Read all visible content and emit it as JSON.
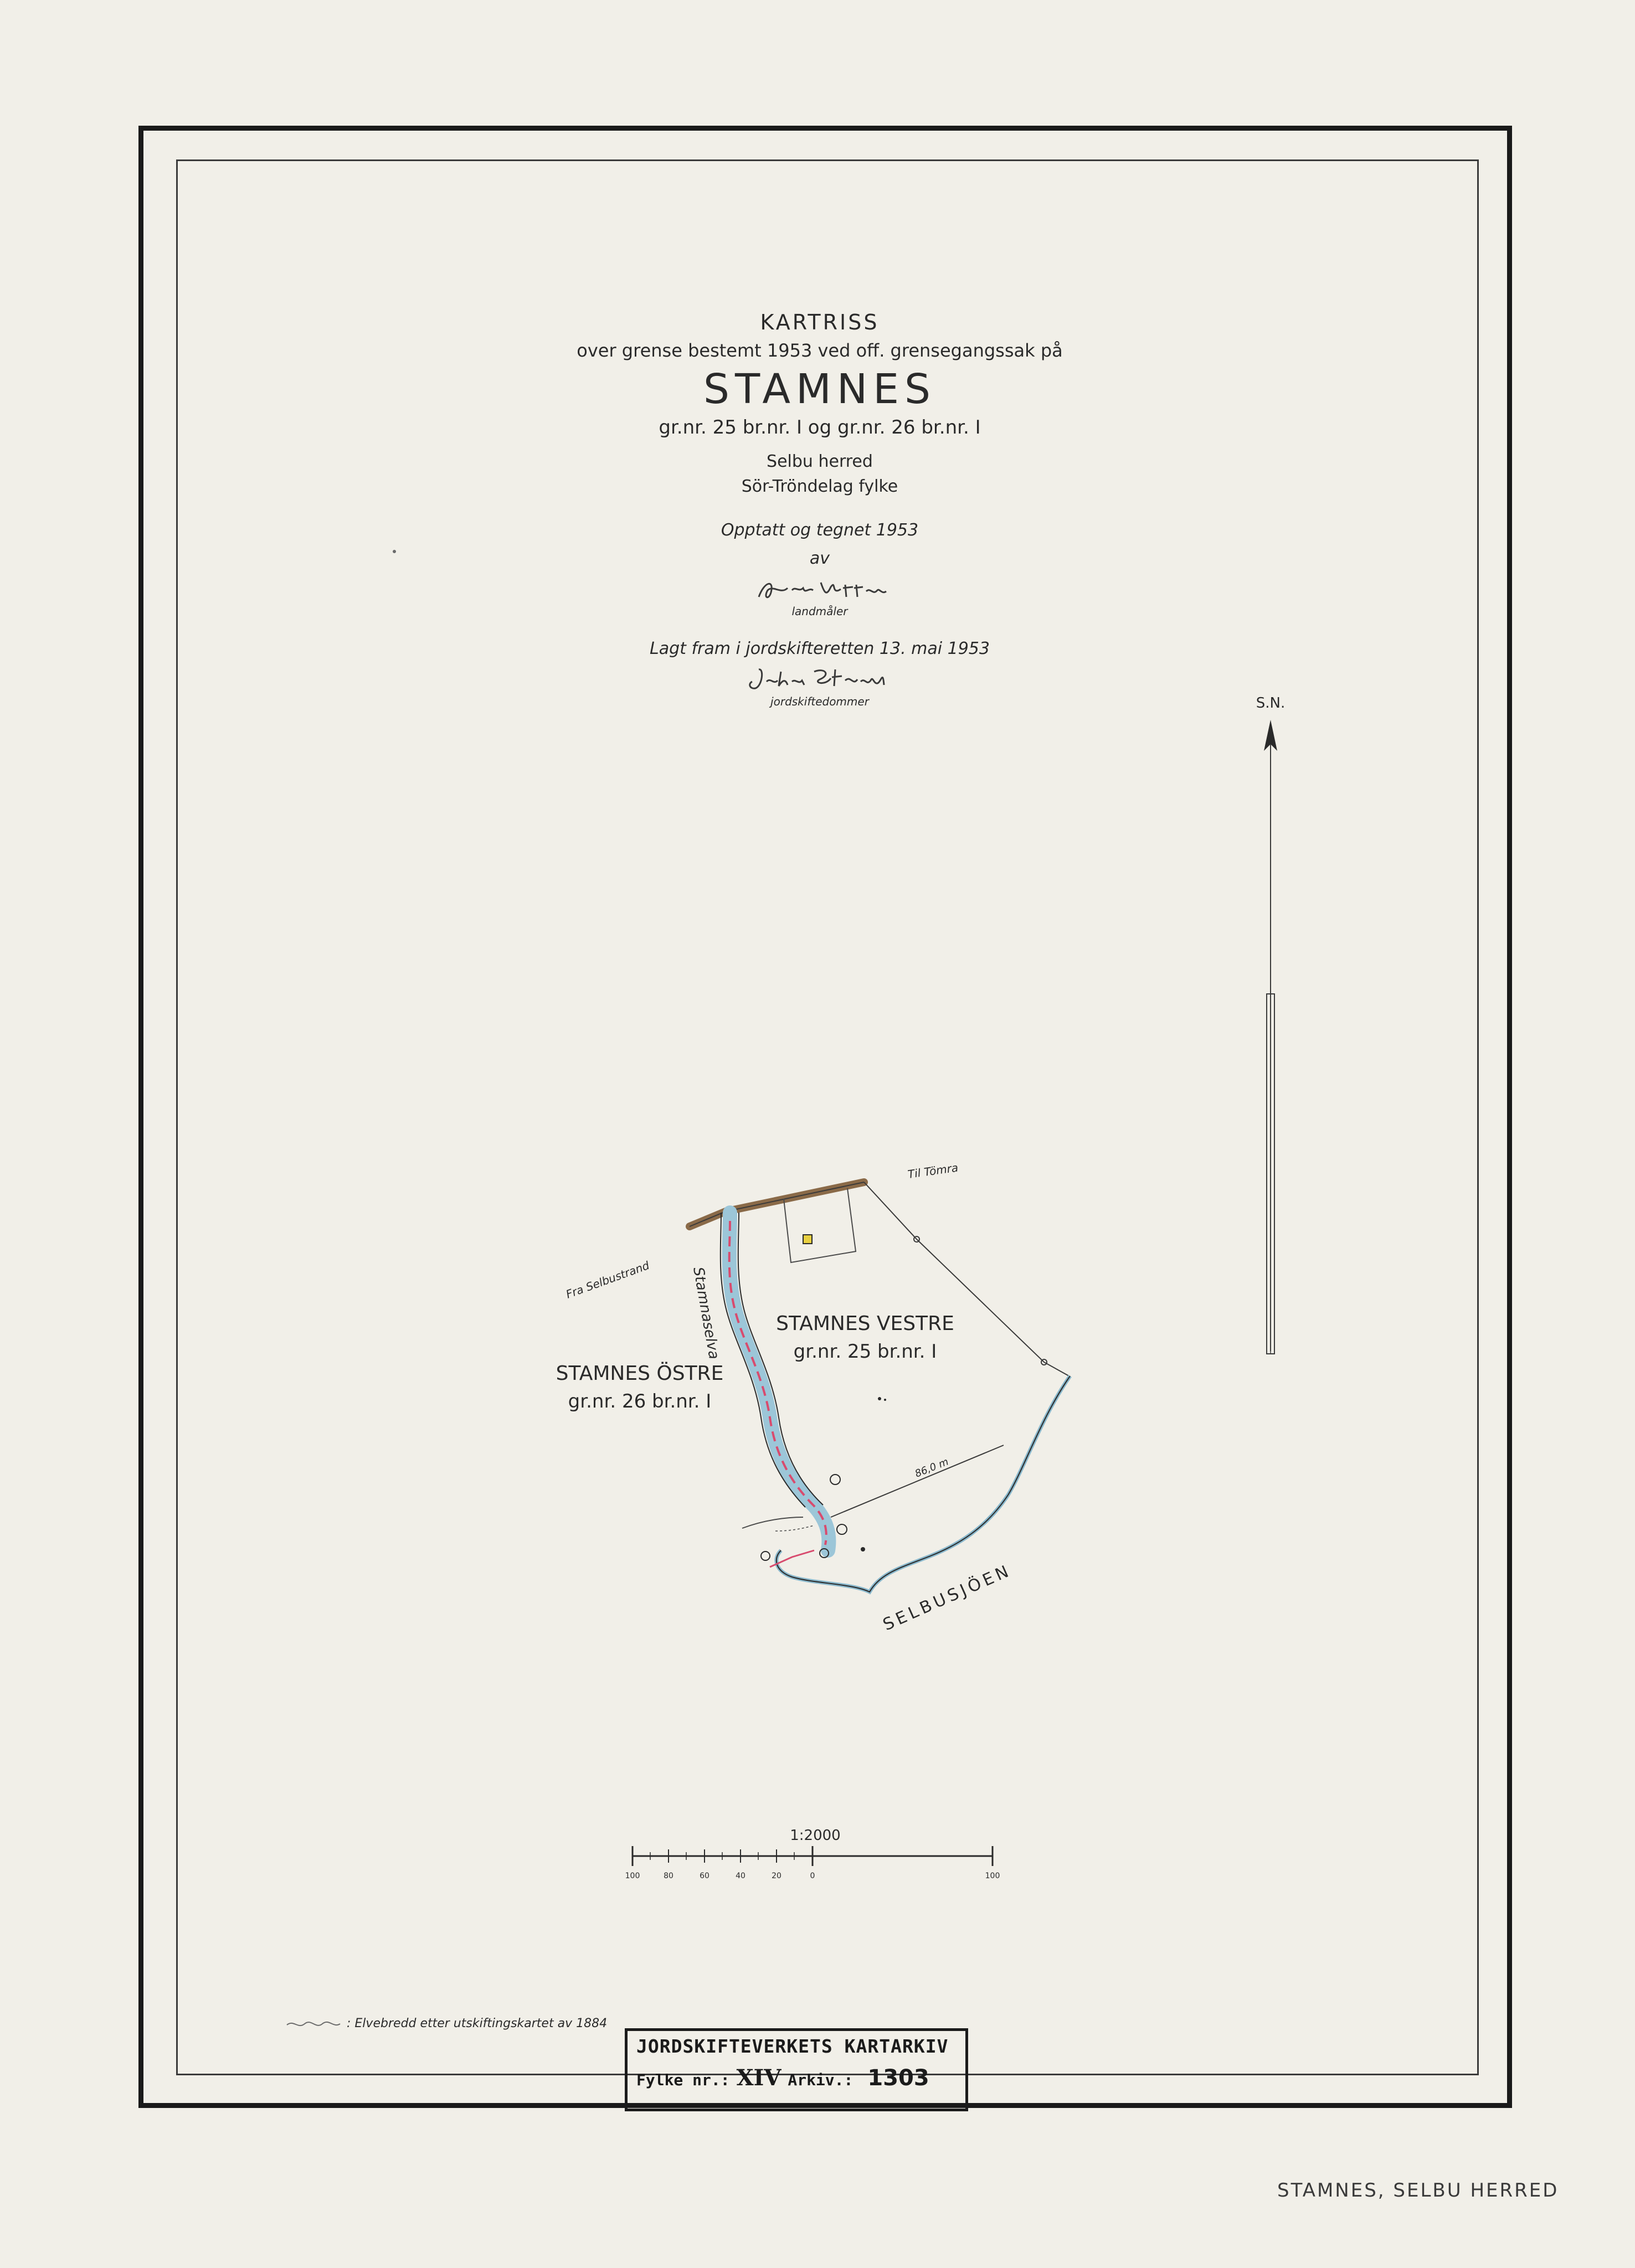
{
  "title_block": {
    "kartriss": "KARTRISS",
    "subtitle": "over grense bestemt 1953 ved off. grensegangssak på",
    "place_name": "STAMNES",
    "property_numbers": "gr.nr. 25 br.nr. I og gr.nr. 26 br.nr. I",
    "municipality": "Selbu herred",
    "county": "Sör-Tröndelag fylke",
    "surveyed": "Opptatt og tegnet 1953",
    "by": "av",
    "surveyor_title": "landmåler",
    "presented": "Lagt fram i jordskifteretten 13. mai 1953",
    "judge_title": "jordskiftedommer"
  },
  "map": {
    "north_arrow_label": "S.N.",
    "road_labels": {
      "to": "Til Tömra",
      "from": "Fra Selbustrand"
    },
    "river_label": "Stamnaselva",
    "lake_label": "SELBUSJÖEN",
    "parcels": [
      {
        "name": "STAMNES VESTRE",
        "ids": "gr.nr. 25 br.nr. I"
      },
      {
        "name": "STAMNES ÖSTRE",
        "ids": "gr.nr. 26 br.nr. I"
      }
    ],
    "distance_label": "86,0 m",
    "colors": {
      "road": "#8a6a48",
      "water": "#9cc6d8",
      "boundary": "#d84b6e",
      "building": "#e8d040"
    }
  },
  "scale_bar": {
    "ratio": "1:2000",
    "ticks": [
      "100",
      "80",
      "60",
      "40",
      "20",
      "0",
      "100"
    ]
  },
  "legend_note": ": Elvebredd etter utskiftingskartet av 1884",
  "stamp": {
    "title": "JORDSKIFTEVERKETS KARTARKIV",
    "fylke_label": "Fylke nr.:",
    "fylke_value": "XIV",
    "arkiv_label": "Arkiv.:",
    "arkiv_value": "1303"
  },
  "footer": "STAMNES, SELBU HERRED"
}
